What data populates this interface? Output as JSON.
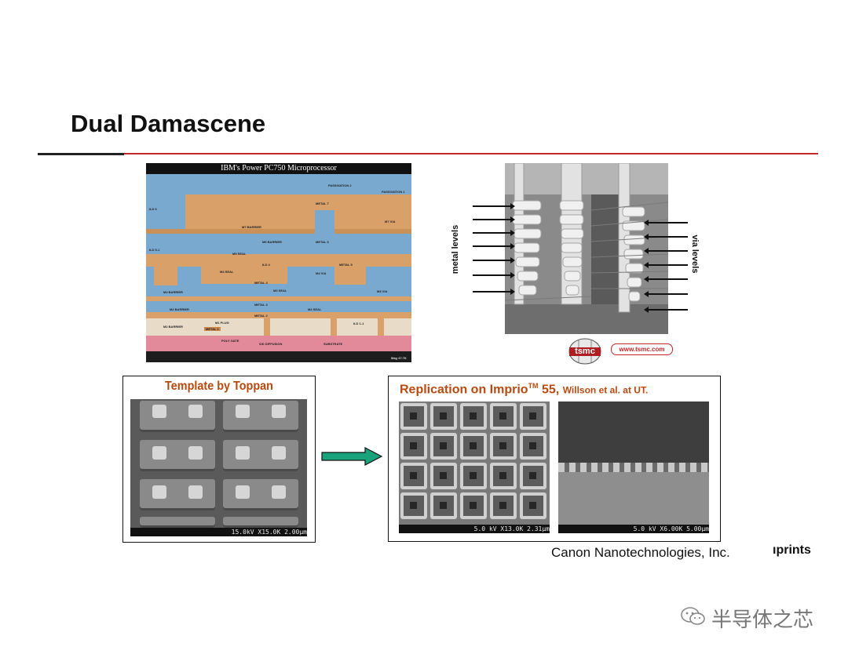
{
  "slide": {
    "title": "Dual Damascene"
  },
  "ibm_figure": {
    "title": "IBM's Power PC750 Microprocessor",
    "labels": [
      "PASSIVATION 2",
      "PASSIVATION 1",
      "ILD 6",
      "METAL 7",
      "M7 BARRIER",
      "M7 VIA",
      "M6 BARRIER",
      "METAL 6",
      "ILD 5-1",
      "M5 SEAL",
      "ILD 4",
      "M4 SEAL",
      "M4 VIA",
      "METAL 5",
      "M4 BARRIER",
      "METAL 4",
      "M3 SEAL",
      "M3 VIA",
      "M2 BARRIER",
      "METAL 3",
      "M2 SEAL",
      "METAL 2",
      "M2 BARRIER",
      "M1 PLUG",
      "METAL 1",
      "ILD 1-1",
      "POLY GATE",
      "S/D DIFFUSION",
      "SUBSTRATE",
      "Mag 47.7K"
    ]
  },
  "tsmc_figure": {
    "left_label": "metal levels",
    "right_label": "via levels",
    "logo_text": "tsmc",
    "url": "www.tsmc.com"
  },
  "template_panel": {
    "title": "Template by Toppan",
    "sem_bar": "15.0kV X15.0K 2.00μm"
  },
  "replication_panel": {
    "title_prefix": "Replication on Imprio",
    "title_sup": "TM",
    "title_suffix": " 55, ",
    "author": "Willson et al. at UT.",
    "sem_bar_left": "5.0 kV X13.0K 2.31μm",
    "sem_bar_right": "5.0 kV X6.00K 5.00μm"
  },
  "footer": {
    "company": "Canon Nanotechnologies, Inc.",
    "logo_fragment": "ıprints",
    "watermark": "半导体之芯"
  },
  "colors": {
    "title_rule": "#c0282d",
    "panel_title": "#b84a0f",
    "arrow": "#1aa37a"
  }
}
